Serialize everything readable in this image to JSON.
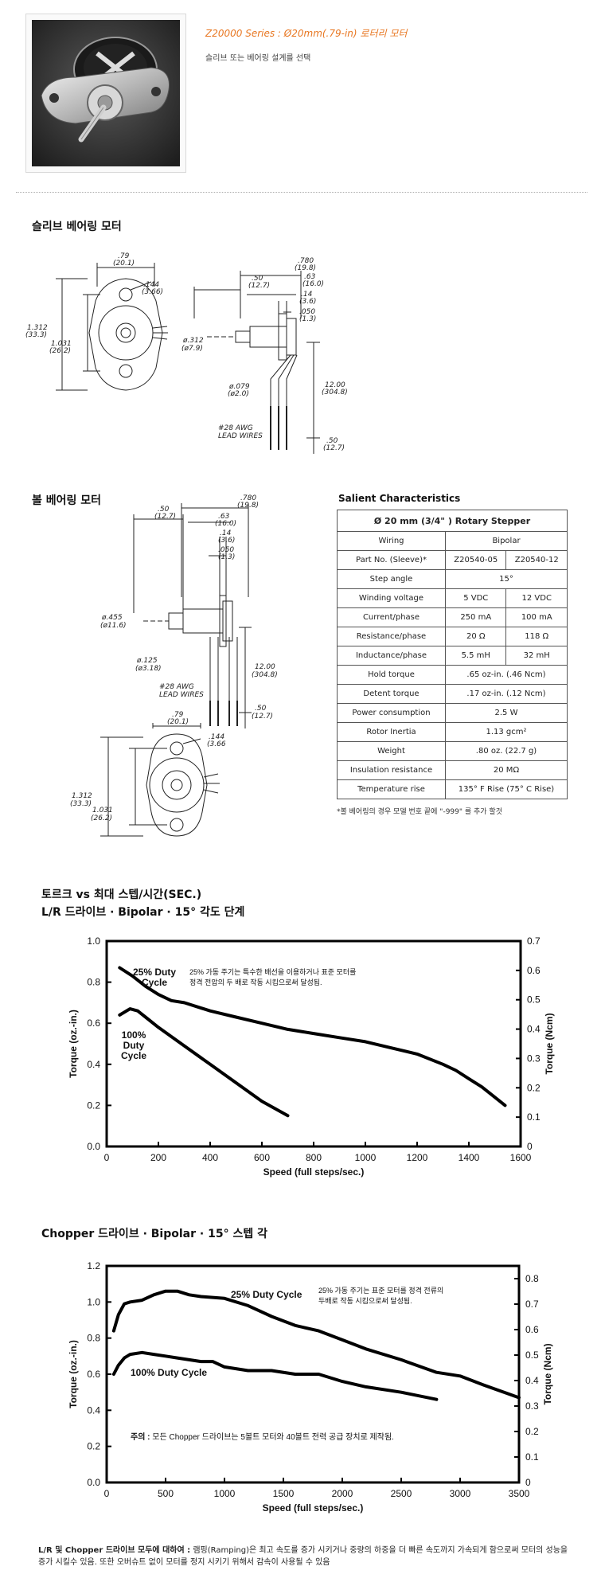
{
  "hero": {
    "title": "Z20000 Series : Ø20mm(.79-in) 로터리 모터",
    "subtitle": "슬리브 또는 베어링 설계를 선택"
  },
  "sleeve_section": {
    "title": "슬리브 베어링 모터",
    "dims": {
      "w79": ".79",
      "w79mm": "(20.1)",
      "d144": ".144",
      "d144mm": "(3.66)",
      "h1312": "1.312",
      "h1312mm": "(33.3)",
      "h1031": "1.031",
      "h1031mm": "(26.2)",
      "l780": ".780",
      "l780mm": "(19.8)",
      "l50": ".50",
      "l50mm": "(12.7)",
      "l63": ".63",
      "l63mm": "(16.0)",
      "l14": ".14",
      "l14mm": "(3.6)",
      "l050": ".050",
      "l050mm": "(1.3)",
      "shaft312": "ø.312",
      "shaft312mm": "(ø7.9)",
      "shaft079": "ø.079",
      "shaft079mm": "(ø2.0)",
      "lead1200": "12.00",
      "lead1200mm": "(304.8)",
      "end50": ".50",
      "end50mm": "(12.7)",
      "awg": "#28 AWG",
      "wires": "LEAD WIRES"
    }
  },
  "ball_section": {
    "title": "볼 베어링 모터",
    "dims": {
      "l780": ".780",
      "l780mm": "(19.8)",
      "l50": ".50",
      "l50mm": "(12.7)",
      "l63": ".63",
      "l63mm": "(16.0)",
      "l14": ".14",
      "l14mm": "(3.6)",
      "l050": ".050",
      "l050mm": "(1.3)",
      "shaft455": "ø.455",
      "shaft455mm": "(ø11.6)",
      "shaft125": "ø.125",
      "shaft125mm": "(ø3.18)",
      "lead1200": "12.00",
      "lead1200mm": "(304.8)",
      "end50": ".50",
      "end50mm": "(12.7)",
      "awg": "#28 AWG",
      "wires": "LEAD WIRES",
      "w79": ".79",
      "w79mm": "(20.1)",
      "d144": ".144",
      "d144mm": "(3.66",
      "h1312": "1.312",
      "h1312mm": "(33.3)",
      "h1031": "1.031",
      "h1031mm": "(26.2)"
    }
  },
  "salient": {
    "title": "Salient Characteristics",
    "header": "Ø   20 mm (3/4\" ) Rotary Stepper",
    "rows": [
      {
        "label": "Wiring",
        "a": "Bipolar",
        "span": true
      },
      {
        "label": "Part No. (Sleeve)*",
        "a": "Z20540-05",
        "b": "Z20540-12"
      },
      {
        "label": "Step angle",
        "a": "15°",
        "span": true
      },
      {
        "label": "Winding voltage",
        "a": "5 VDC",
        "b": "12 VDC"
      },
      {
        "label": "Current/phase",
        "a": "250 mA",
        "b": "100 mA"
      },
      {
        "label": "Resistance/phase",
        "a": "20 Ω",
        "b": "118 Ω"
      },
      {
        "label": "Inductance/phase",
        "a": "5.5 mH",
        "b": "32 mH"
      },
      {
        "label": "Hold torque",
        "a": ".65 oz-in. (.46 Ncm)",
        "span": true
      },
      {
        "label": "Detent torque",
        "a": ".17 oz-in. (.12 Ncm)",
        "span": true
      },
      {
        "label": "Power consumption",
        "a": "2.5 W",
        "span": true
      },
      {
        "label": "Rotor Inertia",
        "a": "1.13 gcm²",
        "span": true
      },
      {
        "label": "Weight",
        "a": ".80 oz. (22.7 g)",
        "span": true
      },
      {
        "label": "Insulation resistance",
        "a": "20 MΩ",
        "span": true
      },
      {
        "label": "Temperature rise",
        "a": "135° F Rise (75° C Rise)",
        "span": true
      }
    ],
    "footnote": "*볼 베어링의 경우 모델 번호 끝에 \"-999\" 를 추가 할것"
  },
  "chart1_title": {
    "line1": "토르크 vs 최대 스텝/시간(SEC.)",
    "line2": "L/R 드라이브  ·  Bipolar  ·  15°  각도 단계"
  },
  "chart2_title": "Chopper 드라이브  ·  Bipolar  ·  15°  스텝 각",
  "chart_data": [
    {
      "type": "line",
      "xlabel": "Speed (full steps/sec.)",
      "ylabel": "Torque (oz.-in.)",
      "y2label": "Torque (Ncm)",
      "xlim": [
        0,
        1600
      ],
      "ylim": [
        0,
        1.0
      ],
      "y2lim": [
        0,
        0.7
      ],
      "xticks": [
        0,
        200,
        400,
        600,
        800,
        1000,
        1200,
        1400,
        1600
      ],
      "yticks": [
        0,
        0.2,
        0.4,
        0.6,
        0.8,
        1.0
      ],
      "y2ticks": [
        0,
        0.1,
        0.2,
        0.3,
        0.4,
        0.5,
        0.6,
        0.7
      ],
      "series": [
        {
          "name": "25% Duty Cycle",
          "x": [
            50,
            100,
            150,
            200,
            250,
            300,
            400,
            500,
            600,
            700,
            800,
            900,
            1000,
            1100,
            1200,
            1300,
            1350,
            1400,
            1450,
            1500,
            1540
          ],
          "y": [
            0.87,
            0.83,
            0.78,
            0.74,
            0.71,
            0.7,
            0.66,
            0.63,
            0.6,
            0.57,
            0.55,
            0.53,
            0.51,
            0.48,
            0.45,
            0.4,
            0.37,
            0.33,
            0.29,
            0.24,
            0.2
          ]
        },
        {
          "name": "100% Duty Cycle",
          "x": [
            50,
            90,
            120,
            150,
            200,
            300,
            400,
            500,
            600,
            700
          ],
          "y": [
            0.64,
            0.67,
            0.66,
            0.63,
            0.58,
            0.49,
            0.4,
            0.31,
            0.22,
            0.15
          ]
        }
      ],
      "annotations": [
        "25% Duty Cycle",
        "100% Duty Cycle"
      ],
      "note": "25% 가동 주기는 특수한 배선을 이용하거나 표준 모터를 정격 전압의 두 배로 작동 시킴으로써 달성됨."
    },
    {
      "type": "line",
      "xlabel": "Speed (full steps/sec.)",
      "ylabel": "Torque (oz.-in.)",
      "y2label": "Torque (Ncm)",
      "xlim": [
        0,
        3500
      ],
      "ylim": [
        0,
        1.2
      ],
      "y2lim": [
        0,
        0.85
      ],
      "xticks": [
        0,
        500,
        1000,
        1500,
        2000,
        2500,
        3000,
        3500
      ],
      "yticks": [
        0,
        0.2,
        0.4,
        0.6,
        0.8,
        1.0,
        1.2
      ],
      "y2ticks": [
        0,
        0.1,
        0.2,
        0.3,
        0.4,
        0.5,
        0.6,
        0.7,
        0.8
      ],
      "series": [
        {
          "name": "25% Duty Cycle",
          "x": [
            60,
            100,
            150,
            200,
            300,
            400,
            500,
            600,
            700,
            800,
            1000,
            1200,
            1400,
            1600,
            1800,
            2000,
            2200,
            2500,
            2800,
            3000,
            3200,
            3500
          ],
          "y": [
            0.84,
            0.93,
            0.99,
            1.0,
            1.01,
            1.04,
            1.06,
            1.06,
            1.04,
            1.03,
            1.02,
            0.98,
            0.92,
            0.87,
            0.84,
            0.79,
            0.74,
            0.68,
            0.61,
            0.59,
            0.54,
            0.47
          ]
        },
        {
          "name": "100% Duty Cycle",
          "x": [
            60,
            100,
            150,
            200,
            300,
            400,
            500,
            600,
            800,
            900,
            1000,
            1200,
            1400,
            1600,
            1800,
            2000,
            2200,
            2500,
            2800
          ],
          "y": [
            0.6,
            0.65,
            0.69,
            0.71,
            0.72,
            0.71,
            0.7,
            0.69,
            0.67,
            0.67,
            0.64,
            0.62,
            0.62,
            0.6,
            0.6,
            0.56,
            0.53,
            0.5,
            0.46
          ]
        }
      ],
      "annotations": [
        "25% Duty Cycle",
        "100% Duty Cycle"
      ],
      "note": "25% 가동 주기는 표준 모터를 정격 전류의 두배로 작동 시킴으로써 달성됨.",
      "footer_label": "주의 :",
      "footer": "모든 Chopper 드라이브는 5볼트 모터와 40볼트 전력 공급 장치로 제작됨."
    }
  ],
  "bottom_note": {
    "label": "L/R 및 Chopper 드라이브 모두에 대하여 :",
    "text": "램핑(Ramping)은 최고 속도를 증가 시키거나 중량의 하중을 더 빠른 속도까지 가속되게 함으로써 모터의 성능을 증가 시킬수 있음. 또한 오버슈트 없이 모터를 정지 시키기 위해서 감속이 사용될 수 있음"
  }
}
